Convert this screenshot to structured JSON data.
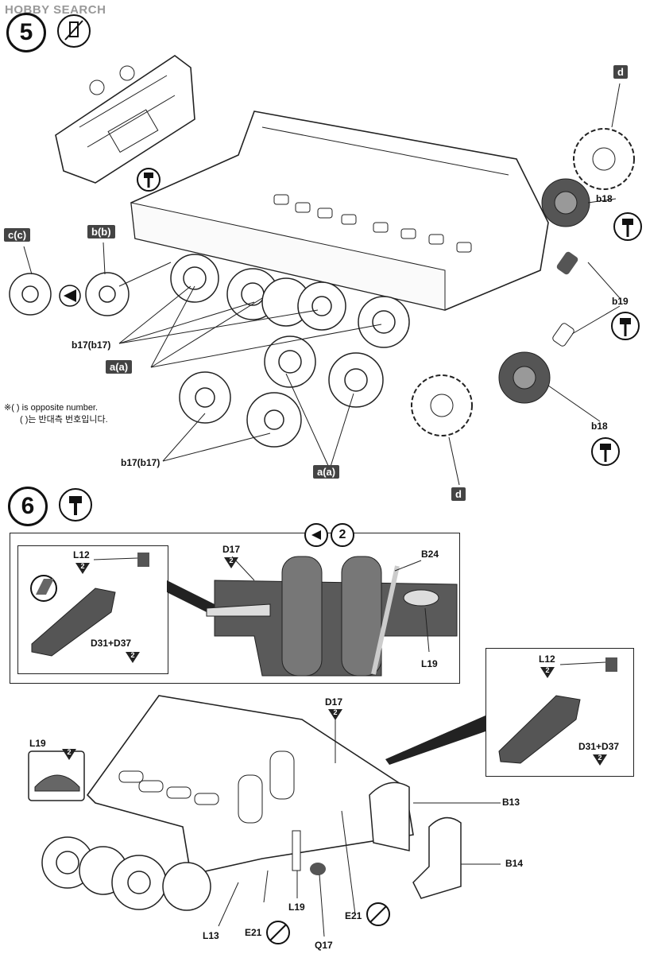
{
  "header": {
    "watermark": "HOBBY SEARCH"
  },
  "step5": {
    "number": "5",
    "labels": {
      "d_top": "d",
      "b18_top": "b18",
      "c_c": "c(c)",
      "b_b": "b(b)",
      "b19": "b19",
      "b17_b17_a": "b17(b17)",
      "a_a_left": "a(a)",
      "b18_bottom": "b18",
      "b17_b17_b": "b17(b17)",
      "a_a_bottom": "a(a)",
      "d_bottom": "d"
    },
    "note_en": "※( ) is opposite number.",
    "note_kr": "( )는 반대측 번호입니다."
  },
  "step6": {
    "number": "6",
    "ref_step": "2",
    "labels": {
      "L12_a": "L12",
      "D31_D37_a": "D31+D37",
      "D17_a": "D17",
      "B24": "B24",
      "L19_a": "L19",
      "L12_b": "L12",
      "D31_D37_b": "D31+D37",
      "L19_b": "L19",
      "D17_b": "D17",
      "B13": "B13",
      "B14": "B14",
      "L13": "L13",
      "E21_a": "E21",
      "L19_c": "L19",
      "E21_b": "E21",
      "Q17": "Q17"
    },
    "tri_num": "2"
  }
}
